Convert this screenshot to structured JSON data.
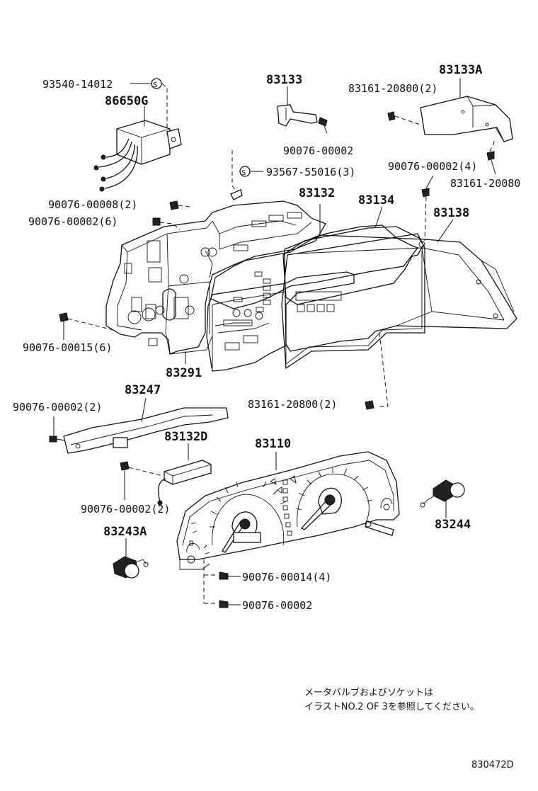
{
  "labels": {
    "p93540": "93540-14012",
    "p86650g": "86650G",
    "p83133": "83133",
    "p83133a": "83133A",
    "p83161a": "83161-20800(2)",
    "p90076_2a": "90076-00002",
    "p93567": "93567-55016(3)",
    "p90076_4": "90076-00002(4)",
    "p83161b": "83161-20080",
    "p90076_8": "90076-00008(2)",
    "p90076_6": "90076-00002(6)",
    "p83132": "83132",
    "p83134": "83134",
    "p83138": "83138",
    "p90076_15": "90076-00015(6)",
    "p83291": "83291",
    "p83247": "83247",
    "p90076_2b": "90076-00002(2)",
    "p83161c": "83161-20800(2)",
    "p83132d": "83132D",
    "p83110": "83110",
    "p90076_2c": "90076-00002(2)",
    "p83244": "83244",
    "p83243a": "83243A",
    "p90076_14": "90076-00014(4)",
    "p90076_2d": "90076-00002",
    "s1": "S",
    "s2": "S"
  },
  "note": {
    "line1": "メータバルブおよびソケットは",
    "line2": "イラストNO.2 OF 3を参照してください。"
  },
  "diagram_code": "830472D"
}
